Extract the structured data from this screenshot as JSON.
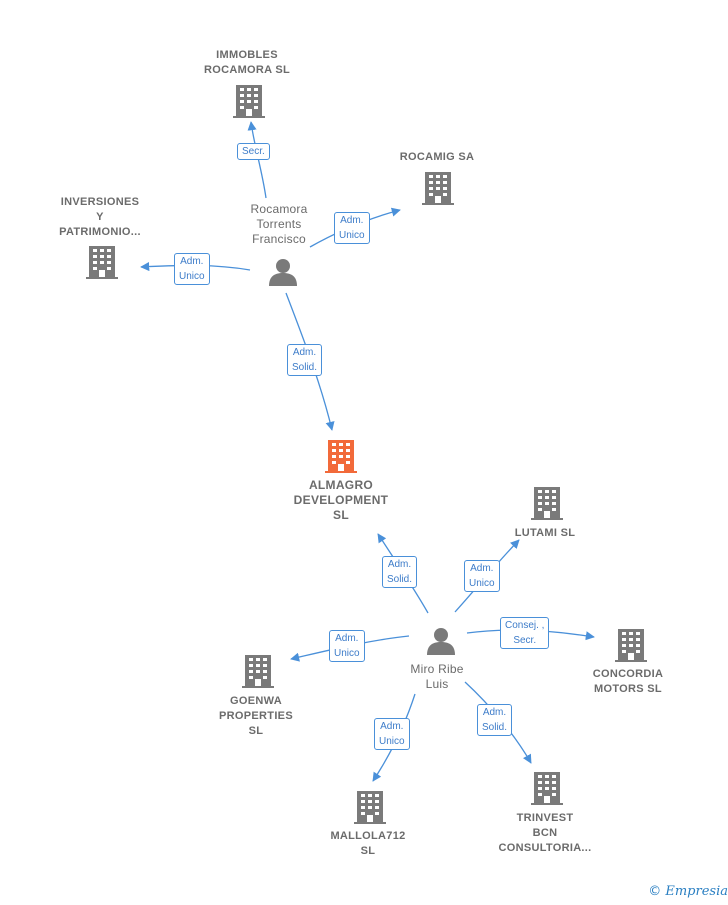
{
  "colors": {
    "edge": "#4a90d9",
    "company_icon": "#7a7a7a",
    "focus_icon": "#f26a3a",
    "person_icon": "#7a7a7a",
    "label": "#6b6b6b"
  },
  "nodes": {
    "immobles": {
      "label": "IMMOBLES\nROCAMORA SL",
      "kind": "company"
    },
    "rocamig": {
      "label": "ROCAMIG SA",
      "kind": "company"
    },
    "inversiones": {
      "label": "INVERSIONES\nY\nPATRIMONIO...",
      "kind": "company"
    },
    "rocamora_person": {
      "label": "Rocamora\nTorrents\nFrancisco",
      "kind": "person"
    },
    "almagro": {
      "label": "ALMAGRO\nDEVELOPMENT\nSL",
      "kind": "focus"
    },
    "lutami": {
      "label": "LUTAMI  SL",
      "kind": "company"
    },
    "concordia": {
      "label": "CONCORDIA\nMOTORS SL",
      "kind": "company"
    },
    "goenwa": {
      "label": "GOENWA\nPROPERTIES\nSL",
      "kind": "company"
    },
    "miro_person": {
      "label": "Miro Ribe\nLuis",
      "kind": "person"
    },
    "mallola": {
      "label": "MALLOLA712\nSL",
      "kind": "company"
    },
    "trinvest": {
      "label": "TRINVEST\nBCN\nCONSULTORIA...",
      "kind": "company"
    }
  },
  "edges": {
    "secr": {
      "label": "Secr.",
      "from": "rocamora_person",
      "to": "immobles"
    },
    "adm_rocamig": {
      "label": "Adm.\nUnico",
      "from": "rocamora_person",
      "to": "rocamig"
    },
    "adm_inversiones": {
      "label": "Adm.\nUnico",
      "from": "rocamora_person",
      "to": "inversiones"
    },
    "adm_solid_almagro_1": {
      "label": "Adm.\nSolid.",
      "from": "rocamora_person",
      "to": "almagro"
    },
    "adm_solid_almagro_2": {
      "label": "Adm.\nSolid.",
      "from": "miro_person",
      "to": "almagro"
    },
    "adm_lutami": {
      "label": "Adm.\nUnico",
      "from": "miro_person",
      "to": "lutami"
    },
    "consej_concordia": {
      "label": "Consej. ,\nSecr.",
      "from": "miro_person",
      "to": "concordia"
    },
    "adm_goenwa": {
      "label": "Adm.\nUnico",
      "from": "miro_person",
      "to": "goenwa"
    },
    "adm_mallola": {
      "label": "Adm.\nUnico",
      "from": "miro_person",
      "to": "mallola"
    },
    "adm_solid_trinvest": {
      "label": "Adm.\nSolid.",
      "from": "miro_person",
      "to": "trinvest"
    }
  },
  "footer": {
    "copyright": "©",
    "brand": "Empresia"
  }
}
